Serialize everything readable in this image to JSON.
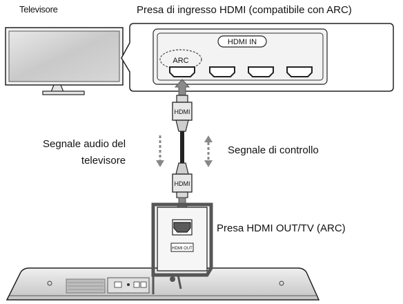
{
  "labels": {
    "tv": "Televisore",
    "hdmi_in_port_caption": "Presa di ingresso HDMI (compatibile con ARC)",
    "audio_signal_line1": "Segnale audio del",
    "audio_signal_line2": "televisore",
    "control_signal": "Segnale di controllo",
    "hdmi_out_caption": "Presa HDMI OUT/TV (ARC)"
  },
  "panel": {
    "hdmi_in_badge": "HDMI IN",
    "arc_badge": "ARC"
  },
  "cable": {
    "plug_top_label": "HDMI",
    "plug_bottom_label": "HDMI"
  },
  "soundbar": {
    "port_label": "HDMI OUT"
  },
  "colors": {
    "outline": "#222222",
    "fill_gray": "#d9d9d9",
    "dark_gray": "#6b6b6b",
    "arrow_gray": "#8a8a8a"
  }
}
